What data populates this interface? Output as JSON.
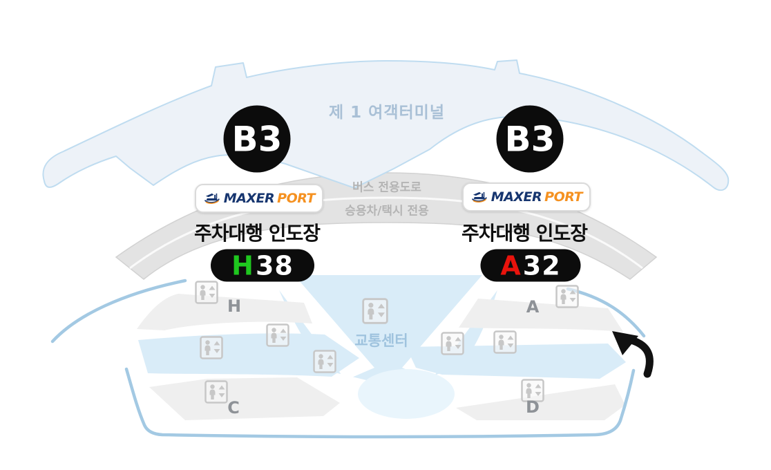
{
  "terminal": {
    "label": "제 1 여객터미널"
  },
  "roads": {
    "bus_lane": "버스 전용도로",
    "car_taxi_lane": "승용차/택시 전용"
  },
  "traffic_center": {
    "label": "교통센터"
  },
  "sections": {
    "h": "H",
    "a": "A",
    "c": "C",
    "d": "D"
  },
  "pickups": {
    "left": {
      "floor": "B3",
      "brand_maxer": "MAXER",
      "brand_port": "PORT",
      "label": "주차대행 인도장",
      "code_letter": "H",
      "code_number": "38",
      "code_letter_color": "#1fc71f"
    },
    "right": {
      "floor": "B3",
      "brand_maxer": "MAXER",
      "brand_port": "PORT",
      "label": "주차대행 인도장",
      "code_letter": "A",
      "code_number": "32",
      "code_letter_color": "#e8130c"
    }
  },
  "icons": {
    "elevator": "elevator-up-down-icon",
    "direction": "curved-arrow-up-left-icon"
  },
  "colors": {
    "terminal_fill": "#edf2f8",
    "terminal_stroke": "#bfdcf0",
    "road_fill": "#e3e3e3",
    "concourse_outline": "#a3c9e3",
    "platform_gray": "#efefef",
    "band_blue": "#d9ecf8",
    "floor_circle_bg": "#0c0c0c",
    "brand_navy": "#16356f",
    "brand_orange": "#f59120",
    "code_green": "#1fc71f",
    "code_red": "#e8130c"
  }
}
